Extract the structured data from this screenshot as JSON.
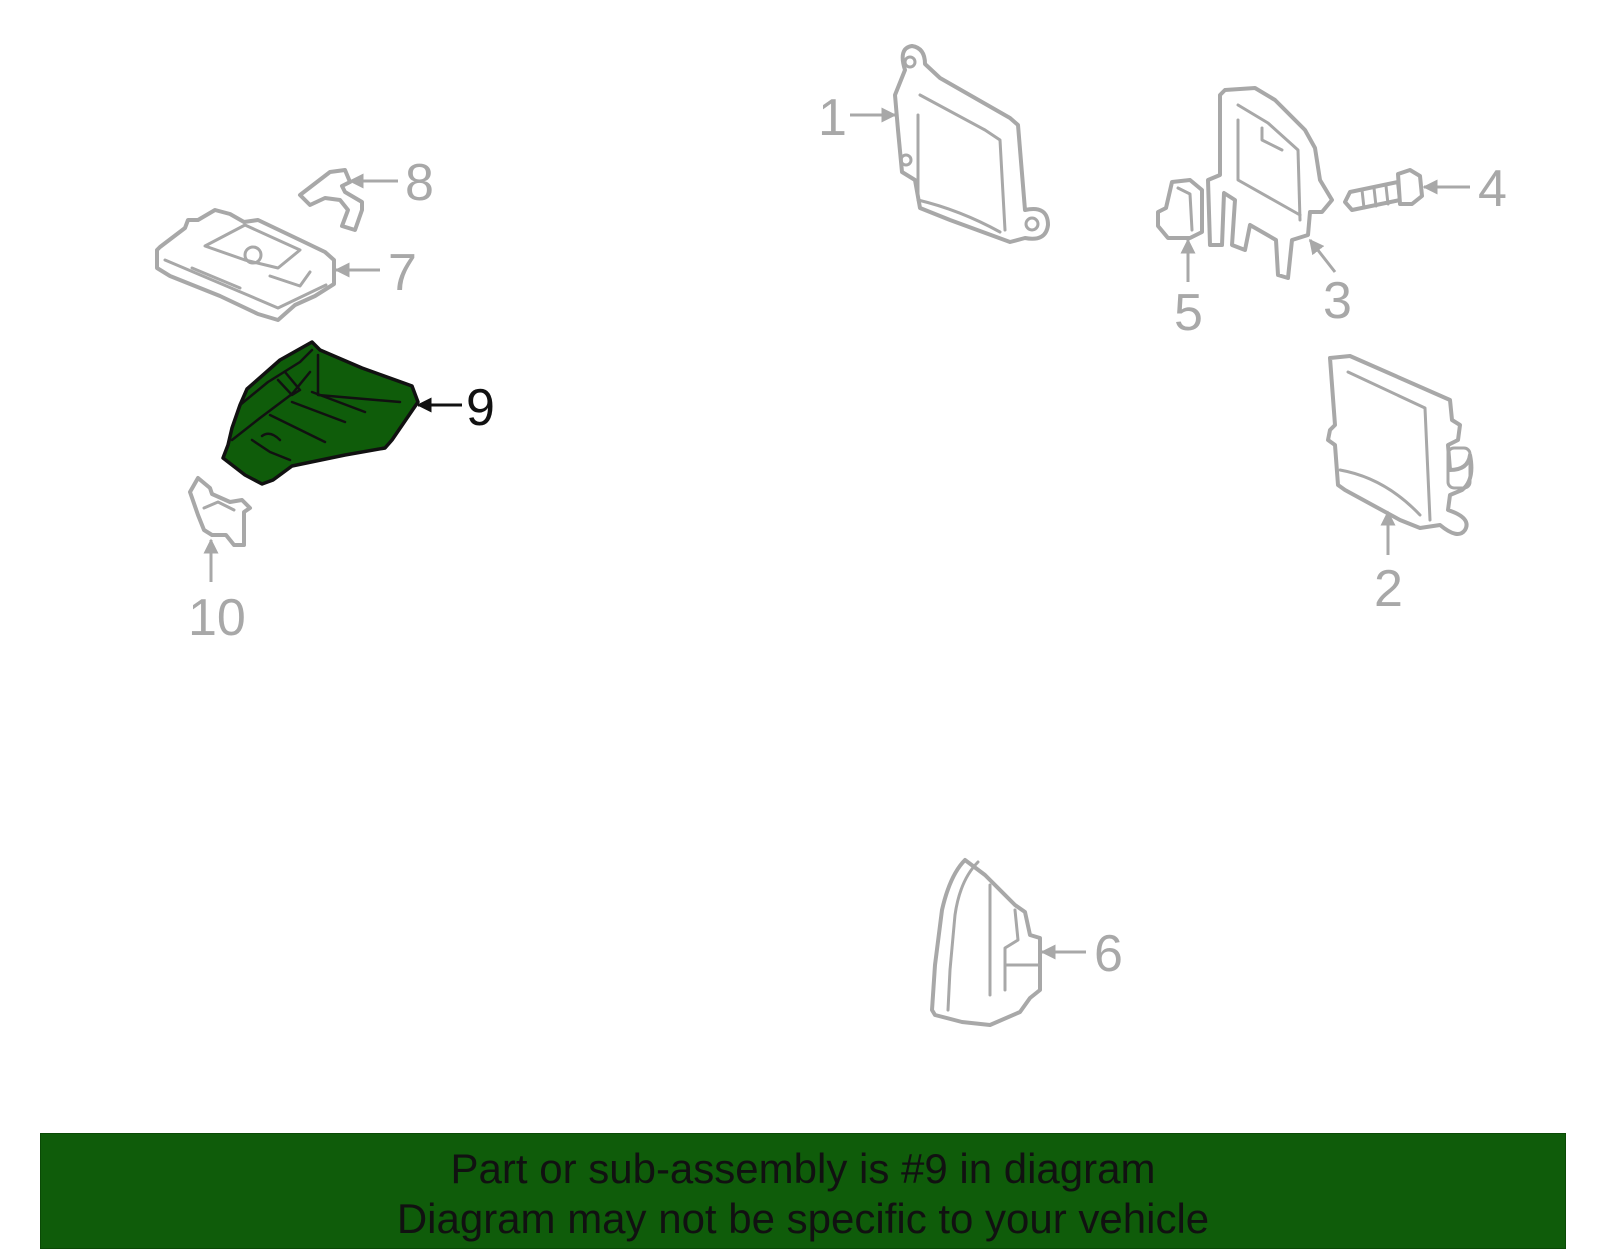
{
  "diagram": {
    "highlight_color": "#0f5c0a",
    "line_color": "#a8a8a8",
    "callouts": [
      {
        "id": "c1",
        "label": "1"
      },
      {
        "id": "c2",
        "label": "2"
      },
      {
        "id": "c3",
        "label": "3"
      },
      {
        "id": "c4",
        "label": "4"
      },
      {
        "id": "c5",
        "label": "5"
      },
      {
        "id": "c6",
        "label": "6"
      },
      {
        "id": "c7",
        "label": "7"
      },
      {
        "id": "c8",
        "label": "8"
      },
      {
        "id": "c9",
        "label": "9",
        "highlighted": true
      },
      {
        "id": "c10",
        "label": "10"
      }
    ]
  },
  "banner": {
    "line1": "Part or sub-assembly is #9 in diagram",
    "line2": "Diagram may not be specific to your vehicle",
    "background": "#0f5c0a"
  }
}
